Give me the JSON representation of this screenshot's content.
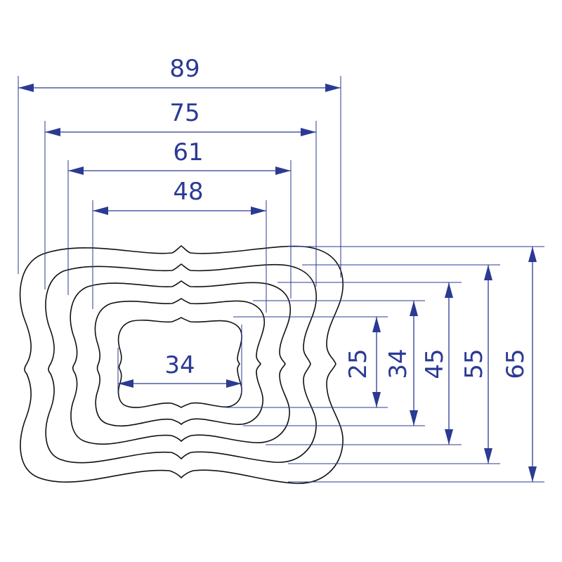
{
  "colors": {
    "dimension": "#2b3a93",
    "outline": "#111111",
    "background": "#ffffff"
  },
  "width_dimensions": [
    "89",
    "75",
    "61",
    "48",
    "34"
  ],
  "height_dimensions": [
    "25",
    "34",
    "45",
    "55",
    "65"
  ]
}
